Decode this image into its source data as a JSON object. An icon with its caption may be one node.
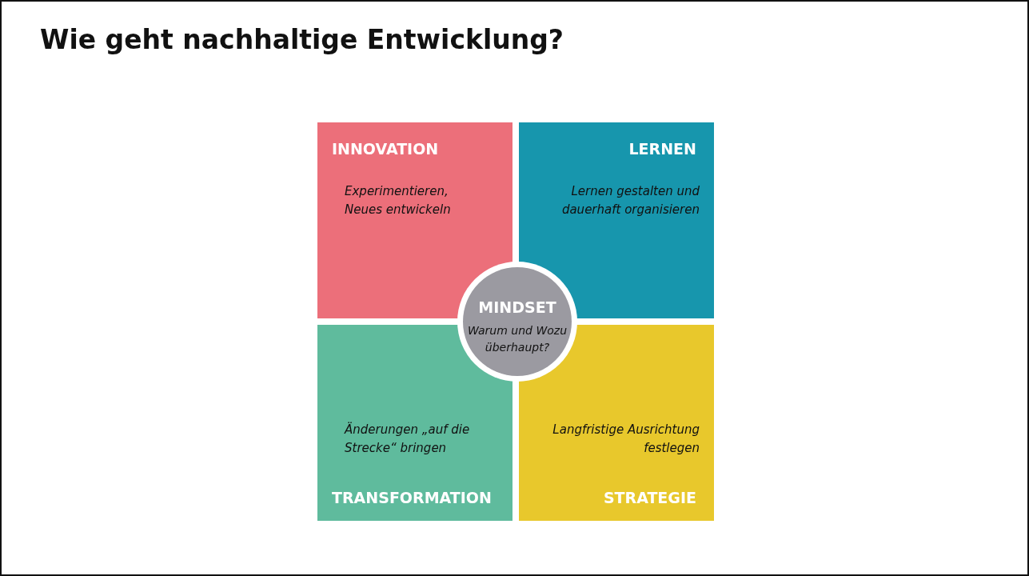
{
  "diagram": {
    "title": "Wie geht nachhaltige Entwicklung?",
    "nodes": [
      {
        "text": [
          "INNOVATION",
          "Experimentieren, Neues entwickeln"
        ]
      },
      {
        "text": [
          "LERNEN",
          "Lernen gestalten und dauerhaft organisieren"
        ]
      },
      {
        "text": [
          "Änderungen „auf die Strecke“ bringen",
          "TRANSFORMATION"
        ]
      },
      {
        "text": [
          "Langfristige Ausrichtung festlegen",
          "STRATEGIE"
        ]
      },
      {
        "text": [
          "MINDSET",
          "Warum und Wozu überhaupt?"
        ]
      }
    ]
  }
}
